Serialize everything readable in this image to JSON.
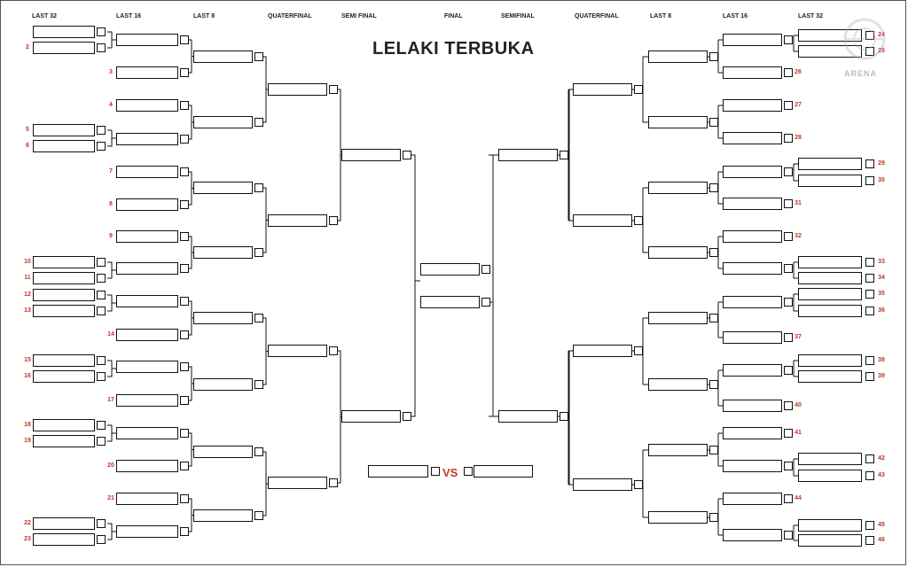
{
  "title": "LELAKI TERBUKA",
  "vs_label": "VS",
  "logo_text": "ARENA",
  "headers_left": [
    "LAST 32",
    "LAST 16",
    "LAST 8",
    "QUATERFINAL",
    "SEMI FINAL"
  ],
  "header_final": "FINAL",
  "headers_right": [
    "SEMIFINAL",
    "QUATERFINAL",
    "LAST 8",
    "LAST 16",
    "LAST 32"
  ],
  "left_last32_numbers": [
    "",
    "2",
    "5",
    "6",
    "10",
    "11",
    "12",
    "13",
    "15",
    "16",
    "18",
    "19",
    "22",
    "23"
  ],
  "left_last16_numbers": [
    "",
    "3",
    "4",
    "",
    "7",
    "8",
    "9",
    "",
    "",
    "14",
    "",
    "17",
    "",
    "20",
    "21",
    ""
  ],
  "right_last16_numbers": [
    "",
    "26",
    "27",
    "28",
    "",
    "31",
    "32",
    "",
    "",
    "37",
    "",
    "40",
    "41",
    "",
    "44",
    ""
  ],
  "right_last32_numbers": [
    "24",
    "25",
    "29",
    "30",
    "33",
    "34",
    "35",
    "36",
    "38",
    "39",
    "42",
    "43",
    "45",
    "46"
  ],
  "colors": {
    "accent": "#c8322a",
    "line": "#111111"
  }
}
